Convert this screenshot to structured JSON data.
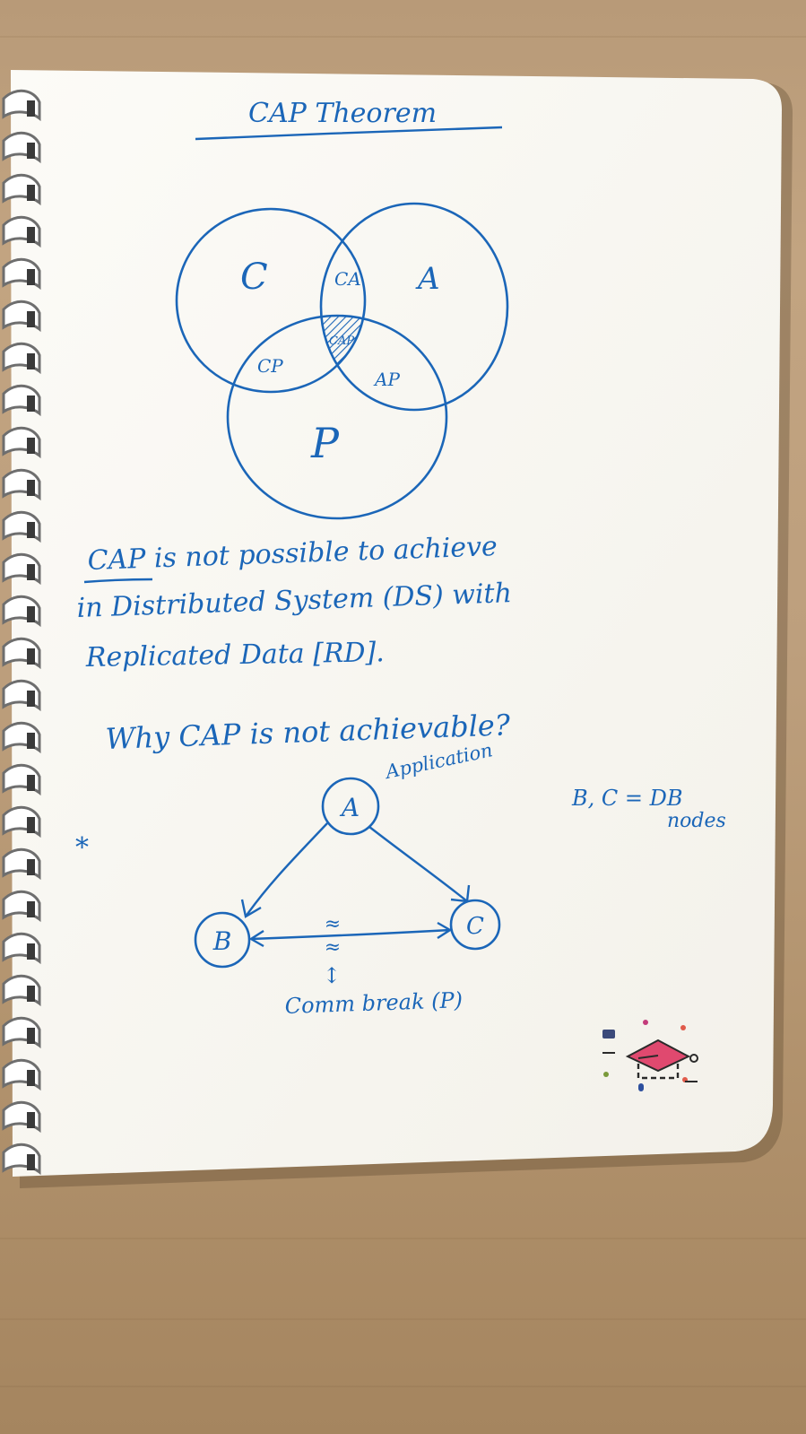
{
  "notebook": {
    "title": "CAP Theorem",
    "venn": {
      "labels": [
        "C",
        "CA",
        "A",
        "CAP",
        "CP",
        "AP",
        "P"
      ]
    },
    "statement": {
      "lines": [
        "CAP is not possible to achieve",
        "in Distributed System (DS) with",
        "Replicated Data [RD]."
      ]
    },
    "question": "Why CAP is not achievable?",
    "diagram": {
      "star": "*",
      "application_label": "Application",
      "node_a": "A",
      "node_b": "B",
      "node_c": "C",
      "break_mark": "≈",
      "break_arrow": "↕",
      "comm_break": "Comm break (P)",
      "legend_line1": "B, C = DB",
      "legend_line2": "nodes"
    }
  },
  "colors": {
    "ink": "#1b66b8",
    "paper": "#fbfaf5",
    "wood": "#bfa07e",
    "spiral": "#6e6e6e"
  },
  "logo": {
    "icon_name": "graduation-cap-logo"
  }
}
